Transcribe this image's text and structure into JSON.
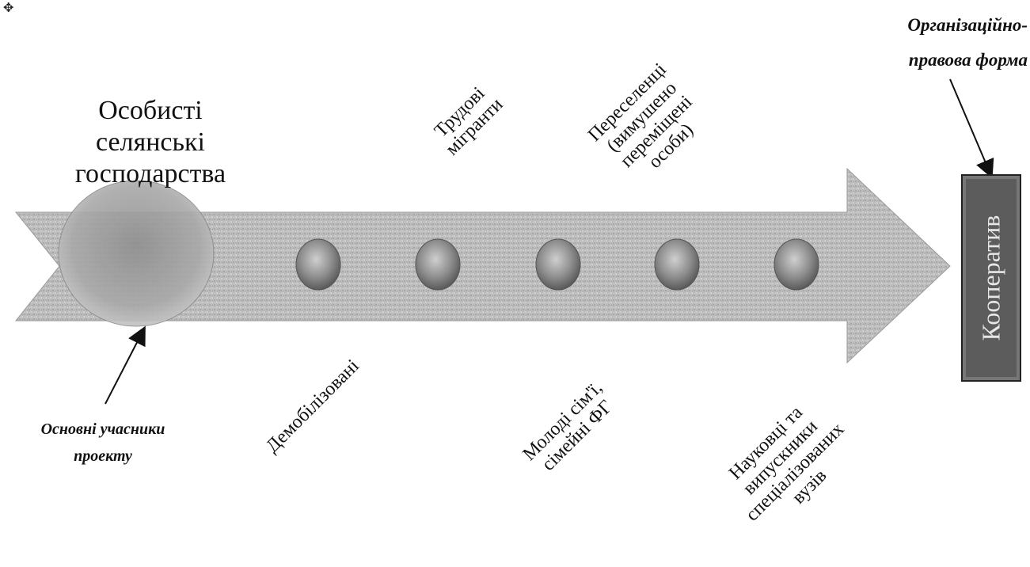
{
  "title": "Особисті\nселянські\nгосподарства",
  "stream_labels": {
    "labor_migrants": "Трудові\nмігранти",
    "displaced": "Переселенці\n(вимушено\nпереміщені\nособи)",
    "demobilized": "Демобілізовані",
    "young_families": "Молоді сім'ї,\nсімейні ФГ",
    "scientists": "Науковці та\nвипускники\nспеціалізованих\nвузів"
  },
  "annotations": {
    "main_participants": "Основні учасники\nпроекту",
    "legal_form": "Організаційно-\nправова форма"
  },
  "cooperative": "Кооператив",
  "colors": {
    "arrow": "#b8b8b8",
    "arrow_dark": "#8e8e8e",
    "circle": "#9a9a9a",
    "coop_fill": "#5c5c5c",
    "coop_text": "#e6e6e6"
  },
  "icons": {
    "corner": "ornament-icon"
  }
}
